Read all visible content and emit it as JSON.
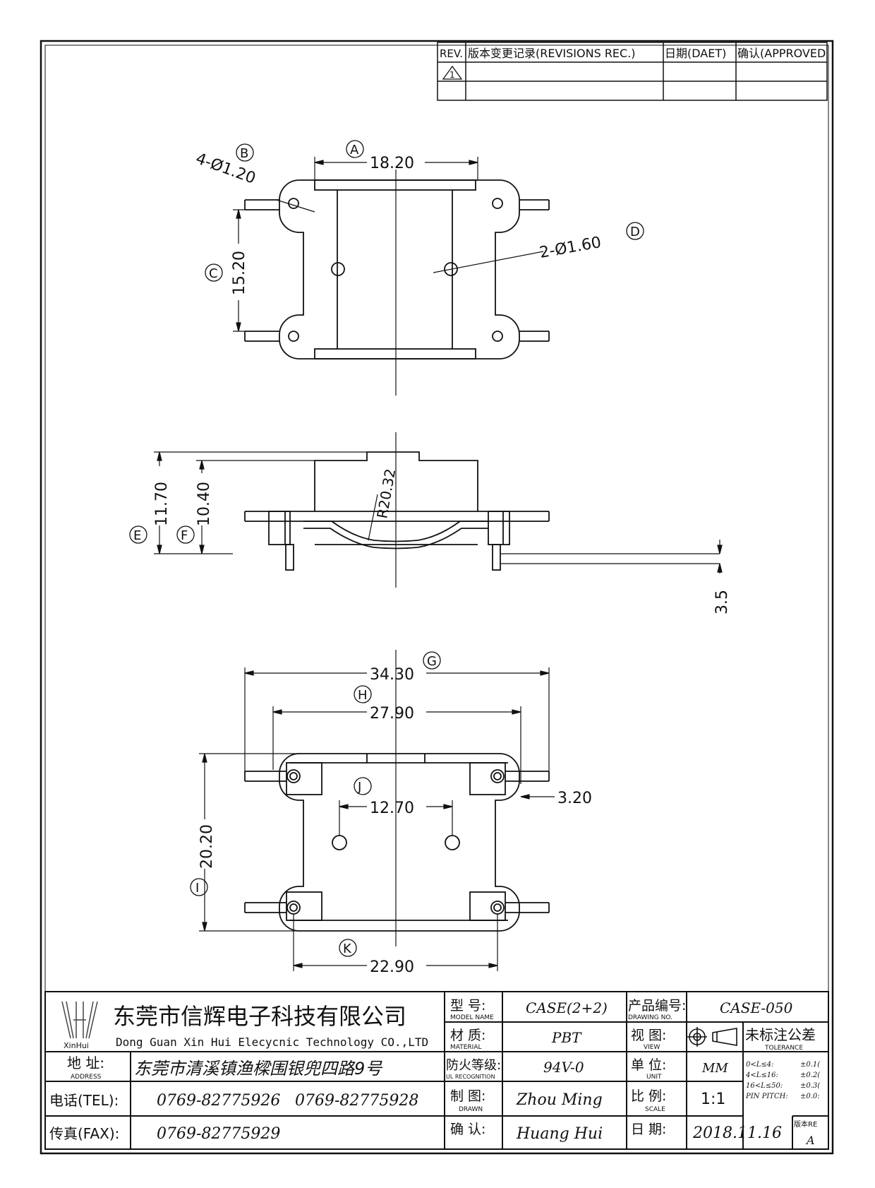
{
  "revisions": {
    "col_rev": "REV.",
    "col_record": "版本变更记录(REVISIONS REC.)",
    "col_date": "日期(DAET)",
    "col_approved": "确认(APPROVED",
    "row1_rev": "1"
  },
  "top_view": {
    "label_a": "A",
    "dim_a": "18.20",
    "label_b": "B",
    "dim_b": "4-Ø1.20",
    "label_c": "C",
    "dim_c": "15.20",
    "label_d": "D",
    "dim_d": "2-Ø1.60"
  },
  "side_view": {
    "label_e": "E",
    "dim_e": "11.70",
    "label_f": "F",
    "dim_f": "10.40",
    "dim_r": "R20.32",
    "dim_pin": "3.5"
  },
  "bottom_view": {
    "label_g": "G",
    "dim_g": "34.30",
    "label_h": "H",
    "dim_h": "27.90",
    "label_j": "J",
    "dim_j": "12.70",
    "dim_pitch": "3.20",
    "label_i": "I",
    "dim_i": "20.20",
    "label_k": "K",
    "dim_k": "22.90"
  },
  "title_block": {
    "logo_text": "XinHui",
    "company_cn": "东莞市信辉电子科技有限公司",
    "company_en": "Dong Guan Xin Hui Elecycnic Technology CO.,LTD",
    "address_label": "地 址:",
    "address_label_en": "ADDRESS",
    "address": "东莞市清溪镇渔樑围银兜四路9号",
    "tel_label": "电话(TEL):",
    "tel1": "0769-82775926",
    "tel2": "0769-82775928",
    "fax_label": "传真(FAX):",
    "fax": "0769-82775929",
    "model_label": "型 号:",
    "model_label_en": "MODEL NAME",
    "model": "CASE(2+2)",
    "material_label": "材 质:",
    "material_label_en": "MATERIAL",
    "material": "PBT",
    "fire_label": "防火等级:",
    "fire_label_en": "UL RECOGNITION",
    "fire": "94V-0",
    "drawn_label": "制 图:",
    "drawn_label_en": "DRAWN",
    "drawn": "Zhou Ming",
    "confirm_label": "确 认:",
    "confirm": "Huang Hui",
    "drawing_no_label": "产品编号:",
    "drawing_no_label_en": "DRAWING NO.",
    "drawing_no": "CASE-050",
    "view_label": "视 图:",
    "view_label_en": "VIEW",
    "tolerance_label": "未标注公差",
    "tolerance_label_en": "TOLERANCE",
    "unit_label": "单 位:",
    "unit_label_en": "UNIT",
    "unit": "MM",
    "scale_label": "比 例:",
    "scale_label_en": "SCALE",
    "scale": "1:1",
    "date_label": "日 期:",
    "date": "2018.11.16",
    "version_label": "版本RE",
    "version": "A",
    "tolerances": [
      {
        "range": "0<L≤4:",
        "value": "±0.1("
      },
      {
        "range": "4<L≤16:",
        "value": "±0.2("
      },
      {
        "range": "16<L≤50:",
        "value": "±0.3("
      },
      {
        "range": "PIN PITCH:",
        "value": "±0.0:"
      }
    ]
  }
}
